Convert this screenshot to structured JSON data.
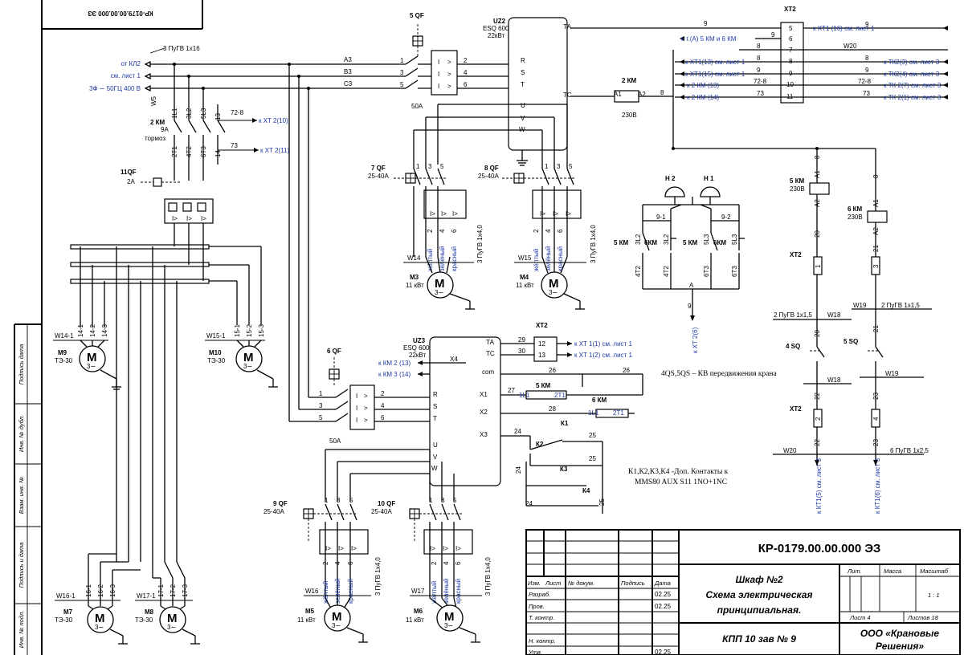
{
  "stamp": {
    "doc_code": "КР-0179.00.00.000 ЭЗ",
    "doc_code_rotated": "КР-0179.00.00.000 ЭЗ",
    "title_line1": "Шкаф №2",
    "title_line2": "Схема электрическая",
    "title_line3": "принципиальная.",
    "project": "КПП 10 зав № 9",
    "company_line1": "ООО «Крановые",
    "company_line2": "Решения»",
    "col_izm": "Изм.",
    "col_list": "Лист",
    "col_doc": "№ докум.",
    "col_sign": "Подпись",
    "col_date": "Дата",
    "row_razrab": "Разраб.",
    "row_prov": "Пров.",
    "row_tkontr": "Т. контр.",
    "row_nkontr": "Н. контр.",
    "row_utv": "Утв.",
    "date1": "02.25",
    "date2": "02.25",
    "date3": "02.25",
    "lit_label": "Лит.",
    "mass_label": "Масса",
    "scale_label": "Масштаб",
    "scale_value": "1 : 1",
    "sheet": "Лист 4",
    "sheets": "Листов 18"
  },
  "side_labels": [
    "Подпись дата",
    "Инв. № дубл.",
    "Взам. инв. №",
    "Подпись и дата",
    "Инв. № подл."
  ],
  "supply": {
    "from_km2": "от КЛ2",
    "from_sheet1": "см. лист 1",
    "phase": "3Ф ∼ 50ГЦ 400 В",
    "cable": "3 ПуГВ 1х16",
    "w5": "W5",
    "a3": "А3",
    "b3": "В3",
    "c3": "С3"
  },
  "qf5": {
    "label": "5 QF",
    "rating": "50А",
    "n1": "1",
    "n3": "3",
    "n5": "5",
    "n2": "2",
    "n4": "4",
    "n6": "6"
  },
  "qf6": {
    "label": "6 QF",
    "rating": "50А",
    "n1": "1",
    "n3": "3",
    "n5": "5",
    "n2": "2",
    "n4": "4",
    "n6": "6"
  },
  "uz2": {
    "label": "UZ2",
    "model": "ESQ 600",
    "power": "22кВт",
    "ta": "ТА",
    "tc": "ТС",
    "r": "R",
    "s": "S",
    "t": "T",
    "u": "U",
    "v": "V",
    "w": "W",
    "n2": "2",
    "n4": "4",
    "n6": "6"
  },
  "uz3": {
    "label": "UZ3",
    "model": "ESQ 600",
    "power": "22кВт",
    "ta": "ТА",
    "tc": "ТС",
    "com": "com",
    "x1": "X1",
    "x2": "X2",
    "x3": "X3",
    "r": "R",
    "s": "S",
    "t": "T",
    "u": "U",
    "v": "V",
    "w": "W",
    "n29": "29",
    "n30": "30",
    "n26": "26",
    "n26b": "26",
    "n27": "27",
    "n28": "28",
    "n24": "24",
    "n25": "25",
    "x4": "Х4",
    "to_km2": "к КМ 2 (13)",
    "to_km3": "к КМ 3 (14)",
    "xt1_1": "к XT 1(1) см. лист 1",
    "xt1_2": "к XT 1(2) см. лист 1",
    "xt2": "XT2",
    "t12": "12",
    "t13": "13"
  },
  "km2_brake": {
    "label": "2 КМ",
    "amps": "9А",
    "purpose": "тормоз",
    "t1": "1L1",
    "t2": "3L2",
    "t3": "5L3",
    "t13": "13",
    "b1": "2Т1",
    "b2": "4Т2",
    "b3": "6Т3",
    "b14": "14",
    "w1": "72-8",
    "w2": "73",
    "to1": "к XT 2(10)",
    "to2": "к XT 2(11)"
  },
  "qf11": {
    "label": "11QF",
    "rating": "2А"
  },
  "xt2_top": {
    "label": "XT2",
    "terms": [
      "5",
      "6",
      "7",
      "8",
      "9",
      "10",
      "11"
    ],
    "left": [
      "к XT1(13) см. лист 1",
      "к XT1(15) см. лист 1",
      "к 2 КМ (13)",
      "к 2 КМ (14)"
    ],
    "right": [
      "к XT1 (16) см. лист 1",
      "к ТК2(3) см. лист 3",
      "к ТК2(4) см. лист 3",
      "к ТК 2(7) см. лист 3",
      "к ТК 2(1) см. лист 3"
    ],
    "km": "к т.(А) 5 КМ и 6 КМ",
    "w20": "W20",
    "wires": [
      "9",
      "9",
      "8",
      "8",
      "8",
      "9",
      "72-8",
      "73",
      "9",
      "8",
      "9",
      "72-8",
      "73"
    ]
  },
  "coil2km": {
    "label": "2 КМ",
    "volt": "230В",
    "a1": "А1",
    "a2": "А2",
    "n8": "8"
  },
  "qf7": {
    "label": "7 QF",
    "rating": "25-40А",
    "n1": "1",
    "n3": "3",
    "n5": "5",
    "n2": "2",
    "n4": "4",
    "n6": "6"
  },
  "qf8": {
    "label": "8 QF",
    "rating": "25-40А",
    "n1": "1",
    "n3": "3",
    "n5": "5",
    "n2": "2",
    "n4": "4",
    "n6": "6"
  },
  "qf9": {
    "label": "9 QF",
    "rating": "25-40А",
    "n1": "1",
    "n3": "3",
    "n5": "5",
    "n2": "2",
    "n4": "4",
    "n6": "6"
  },
  "qf10": {
    "label": "10 QF",
    "rating": "25-40А",
    "n1": "1",
    "n3": "3",
    "n5": "5",
    "n2": "2",
    "n4": "4",
    "n6": "6"
  },
  "wire_colors": [
    "жёлтый",
    "зелёный",
    "красный"
  ],
  "cable4": "3 ПуГВ 1х4,0",
  "motors": {
    "m3": {
      "label": "М3",
      "power": "11 кВт",
      "line": "W14"
    },
    "m4": {
      "label": "М4",
      "power": "11 кВт",
      "line": "W15"
    },
    "m5": {
      "label": "М5",
      "power": "11 кВт",
      "line": "W16"
    },
    "m6": {
      "label": "М6",
      "power": "11 кВт",
      "line": "W17"
    },
    "m7": {
      "label": "М7",
      "type": "ТЭ-30",
      "line": "W16-1",
      "t": [
        "16-1",
        "16-2",
        "16-3"
      ]
    },
    "m8": {
      "label": "М8",
      "type": "ТЭ-30",
      "line": "W17-1",
      "t": [
        "17-1",
        "17-2",
        "17-3"
      ]
    },
    "m9": {
      "label": "М9",
      "type": "ТЭ-30",
      "line": "W14-1",
      "t": [
        "14-1",
        "14-2",
        "14-3"
      ]
    },
    "m10": {
      "label": "М10",
      "type": "ТЭ-30",
      "line": "W15-1",
      "t": [
        "15-1",
        "15-2",
        "15-3"
      ]
    },
    "m_letter": "M",
    "m_sym": "3∼"
  },
  "lamps": {
    "h2": "Н 2",
    "h1": "Н 1",
    "n91": "9-1",
    "n92": "9-2",
    "km5a": "5 КМ",
    "km6a": "6КМ",
    "km5b": "5 КМ",
    "km6b": "6КМ",
    "c1": "3L2",
    "c2": "3L2",
    "c3": "5L3",
    "c4": "5L3",
    "c5": "4Т2",
    "c6": "4Т2",
    "c7": "6Т3",
    "c8": "6Т3",
    "a": "А",
    "n9": "9",
    "to_xt": "к XT 2(6)"
  },
  "right_chain": {
    "km5": "5 КМ",
    "km5v": "230В",
    "km6": "6 КМ",
    "km6v": "230В",
    "a1": "А1",
    "a2": "А2",
    "n8": "8",
    "xt2a": "XT2",
    "xt2b": "XT2",
    "t1": "1",
    "t3": "3",
    "t2": "2",
    "t4": "4",
    "n20": "20",
    "n21": "21",
    "n22": "22",
    "n23": "23",
    "w18": "W18",
    "w19": "W19",
    "w20": "W20",
    "cable_a": "2 ПуГВ 1х1,5",
    "cable_b": "2 ПуГВ 1х1,5",
    "cable_c": "6 ПуГВ 1х2,5",
    "sq4": "4 SQ",
    "sq5": "5 SQ",
    "note": "4QS,5QS – КВ передвижения крана",
    "to_a": "к КТ1(5) см. лист 3",
    "to_b": "к КТ1(6) см. лист 3"
  },
  "relays": {
    "km5": "5 КМ",
    "km6": "6 КМ",
    "k1": "К1",
    "k2": "К2",
    "k3": "К3",
    "k4": "К4",
    "c1": "1L1",
    "c2": "2Т1",
    "c3": "1L1",
    "c4": "2Т1",
    "note1": "К1,К2,К3,К4 -Доп. Контакты к",
    "note2": "MMS80 AUX S11 1NO+1NC"
  }
}
